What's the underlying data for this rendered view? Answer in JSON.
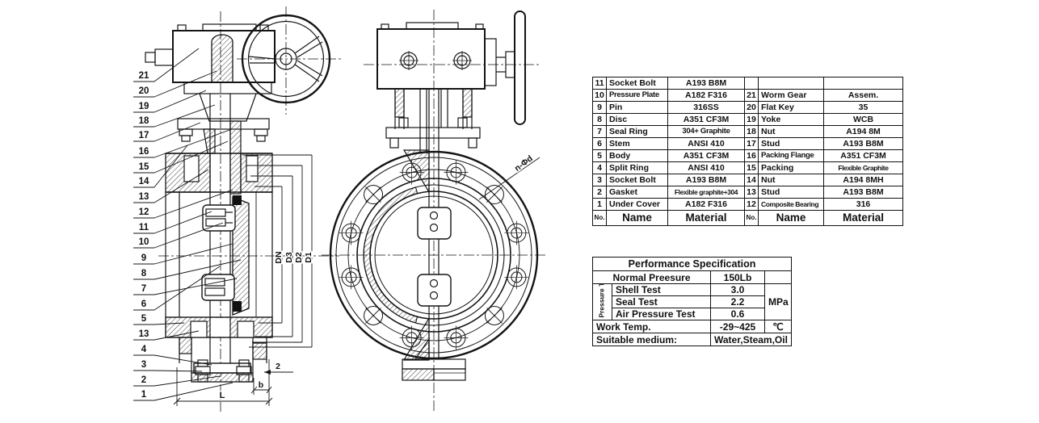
{
  "parts_table": {
    "footer": {
      "no": "No.",
      "name": "Name",
      "material": "Material"
    },
    "left_rows": [
      {
        "no": "11",
        "name": "Socket Bolt",
        "material": "A193 B8M"
      },
      {
        "no": "10",
        "name": "Pressure Plate",
        "material": "A182 F316"
      },
      {
        "no": "9",
        "name": "Pin",
        "material": "316SS"
      },
      {
        "no": "8",
        "name": "Disc",
        "material": "A351 CF3M"
      },
      {
        "no": "7",
        "name": "Seal Ring",
        "material": "304+ Graphite"
      },
      {
        "no": "6",
        "name": "Stem",
        "material": "ANSI 410"
      },
      {
        "no": "5",
        "name": "Body",
        "material": "A351 CF3M"
      },
      {
        "no": "4",
        "name": "Split Ring",
        "material": "ANSI 410"
      },
      {
        "no": "3",
        "name": "Socket Bolt",
        "material": "A193 B8M"
      },
      {
        "no": "2",
        "name": "Gasket",
        "material": "Flexible graphite+304"
      },
      {
        "no": "1",
        "name": "Under Cover",
        "material": "A182 F316"
      }
    ],
    "right_rows": [
      {
        "no": "",
        "name": "",
        "material": ""
      },
      {
        "no": "21",
        "name": "Worm Gear",
        "material": "Assem."
      },
      {
        "no": "20",
        "name": "Flat Key",
        "material": "35"
      },
      {
        "no": "19",
        "name": "Yoke",
        "material": "WCB"
      },
      {
        "no": "18",
        "name": "Nut",
        "material": "A194 8M"
      },
      {
        "no": "17",
        "name": "Stud",
        "material": "A193 B8M"
      },
      {
        "no": "16",
        "name": "Packing Flange",
        "material": "A351 CF3M"
      },
      {
        "no": "15",
        "name": "Packing",
        "material": "Flexible Graphite"
      },
      {
        "no": "14",
        "name": "Nut",
        "material": "A194 8MH"
      },
      {
        "no": "13",
        "name": "Stud",
        "material": "A193 B8M"
      },
      {
        "no": "12",
        "name": "Composite Bearing",
        "material": "316"
      }
    ]
  },
  "performance_table": {
    "title": "Performance Specification",
    "normal_pressure_label": "Normal Preesure",
    "normal_pressure_value": "150Lb",
    "pressure_test_label": "Pressure Test",
    "tests": [
      {
        "label": "Shell Test",
        "value": "3.0"
      },
      {
        "label": "Seal Test",
        "value": "2.2"
      },
      {
        "label": "Air Pressure Test",
        "value": "0.6"
      }
    ],
    "pressure_unit": "MPa",
    "work_temp_label": "Work Temp.",
    "work_temp_value": "-29~425",
    "work_temp_unit": "℃",
    "medium_label": "Suitable medium:",
    "medium_value": "Water,Steam,Oil"
  },
  "drawing": {
    "left_view_callouts": [
      "21",
      "20",
      "19",
      "18",
      "17",
      "16",
      "15",
      "14",
      "13",
      "12",
      "11",
      "10",
      "9",
      "8",
      "7",
      "6",
      "5",
      "13",
      "4",
      "3",
      "2",
      "1"
    ],
    "dimension_labels": [
      "DN",
      "D3",
      "D2",
      "D1"
    ],
    "bottom_dimensions": {
      "length": "L",
      "flange_width": "b",
      "gasket_thickness": "2"
    },
    "bolt_hole_label": "n-Φd"
  }
}
